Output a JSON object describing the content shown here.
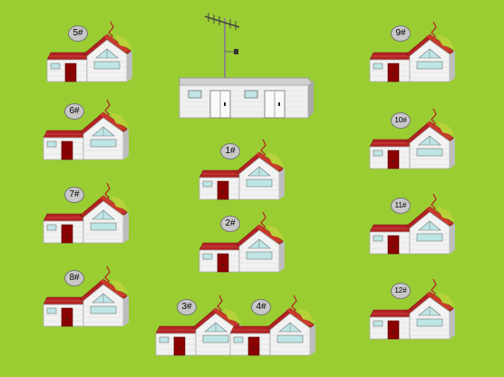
{
  "colors": {
    "background": "#9ACD32",
    "roof_tile": "#B22222",
    "wall": "#F2F2F2",
    "door": "#8B0000",
    "window": "#BFE6E6"
  },
  "houses": [
    {
      "label": "5#"
    },
    {
      "label": "6#"
    },
    {
      "label": "7#"
    },
    {
      "label": "8#"
    },
    {
      "label": "1#"
    },
    {
      "label": "2#"
    },
    {
      "label": "3#"
    },
    {
      "label": "4#"
    },
    {
      "label": "9#"
    },
    {
      "label": "10#"
    },
    {
      "label": "11#"
    },
    {
      "label": "12#"
    }
  ]
}
